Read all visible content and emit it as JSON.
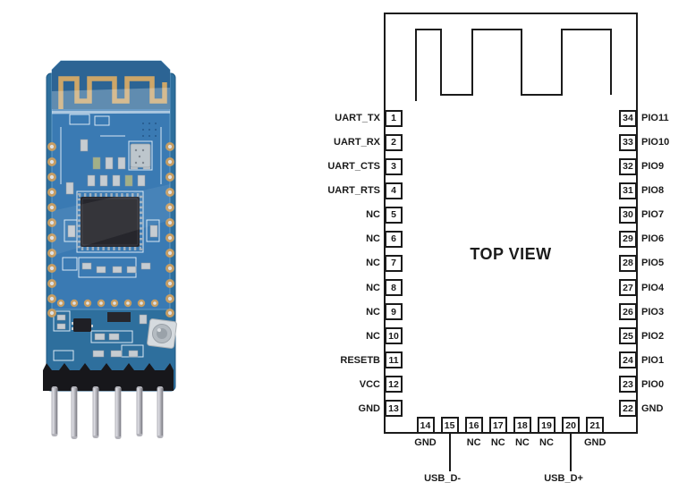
{
  "diagram": {
    "title": "TOP VIEW",
    "line_color": "#1b1b1b",
    "left_pins": [
      {
        "num": "1",
        "label": "UART_TX"
      },
      {
        "num": "2",
        "label": "UART_RX"
      },
      {
        "num": "3",
        "label": "UART_CTS"
      },
      {
        "num": "4",
        "label": "UART_RTS"
      },
      {
        "num": "5",
        "label": "NC"
      },
      {
        "num": "6",
        "label": "NC"
      },
      {
        "num": "7",
        "label": "NC"
      },
      {
        "num": "8",
        "label": "NC"
      },
      {
        "num": "9",
        "label": "NC"
      },
      {
        "num": "10",
        "label": "NC"
      },
      {
        "num": "11",
        "label": "RESETB"
      },
      {
        "num": "12",
        "label": "VCC"
      },
      {
        "num": "13",
        "label": "GND"
      }
    ],
    "right_pins": [
      {
        "num": "34",
        "label": "PIO11"
      },
      {
        "num": "33",
        "label": "PIO10"
      },
      {
        "num": "32",
        "label": "PIO9"
      },
      {
        "num": "31",
        "label": "PIO8"
      },
      {
        "num": "30",
        "label": "PIO7"
      },
      {
        "num": "29",
        "label": "PIO6"
      },
      {
        "num": "28",
        "label": "PIO5"
      },
      {
        "num": "27",
        "label": "PIO4"
      },
      {
        "num": "26",
        "label": "PIO3"
      },
      {
        "num": "25",
        "label": "PIO2"
      },
      {
        "num": "24",
        "label": "PIO1"
      },
      {
        "num": "23",
        "label": "PIO0"
      },
      {
        "num": "22",
        "label": "GND"
      }
    ],
    "bottom_pins": [
      {
        "num": "14",
        "label": "GND",
        "callout": false
      },
      {
        "num": "15",
        "label": "USB_D-",
        "callout": true
      },
      {
        "num": "16",
        "label": "NC",
        "callout": false
      },
      {
        "num": "17",
        "label": "NC",
        "callout": false
      },
      {
        "num": "18",
        "label": "NC",
        "callout": false
      },
      {
        "num": "19",
        "label": "NC",
        "callout": false
      },
      {
        "num": "20",
        "label": "USB_D+",
        "callout": true
      },
      {
        "num": "21",
        "label": "GND",
        "callout": false
      }
    ]
  },
  "photo": {
    "description": "blue Bluetooth serial PCB module with meander antenna, QFN chip and 6-pin header",
    "colors": {
      "pcb_blue": "#3a7ab3",
      "antenna_zone": "#2c6494",
      "baseboard_teal": "#2e6f9d",
      "antenna_gold": "#cda668",
      "pad_gold": "#c59d64",
      "chip_dark": "#26262c",
      "silkscreen": "#d8e7f3",
      "header_black": "#17171b",
      "pin_silver": "#b3b3ba",
      "button_silver": "#b4bbc1"
    }
  }
}
